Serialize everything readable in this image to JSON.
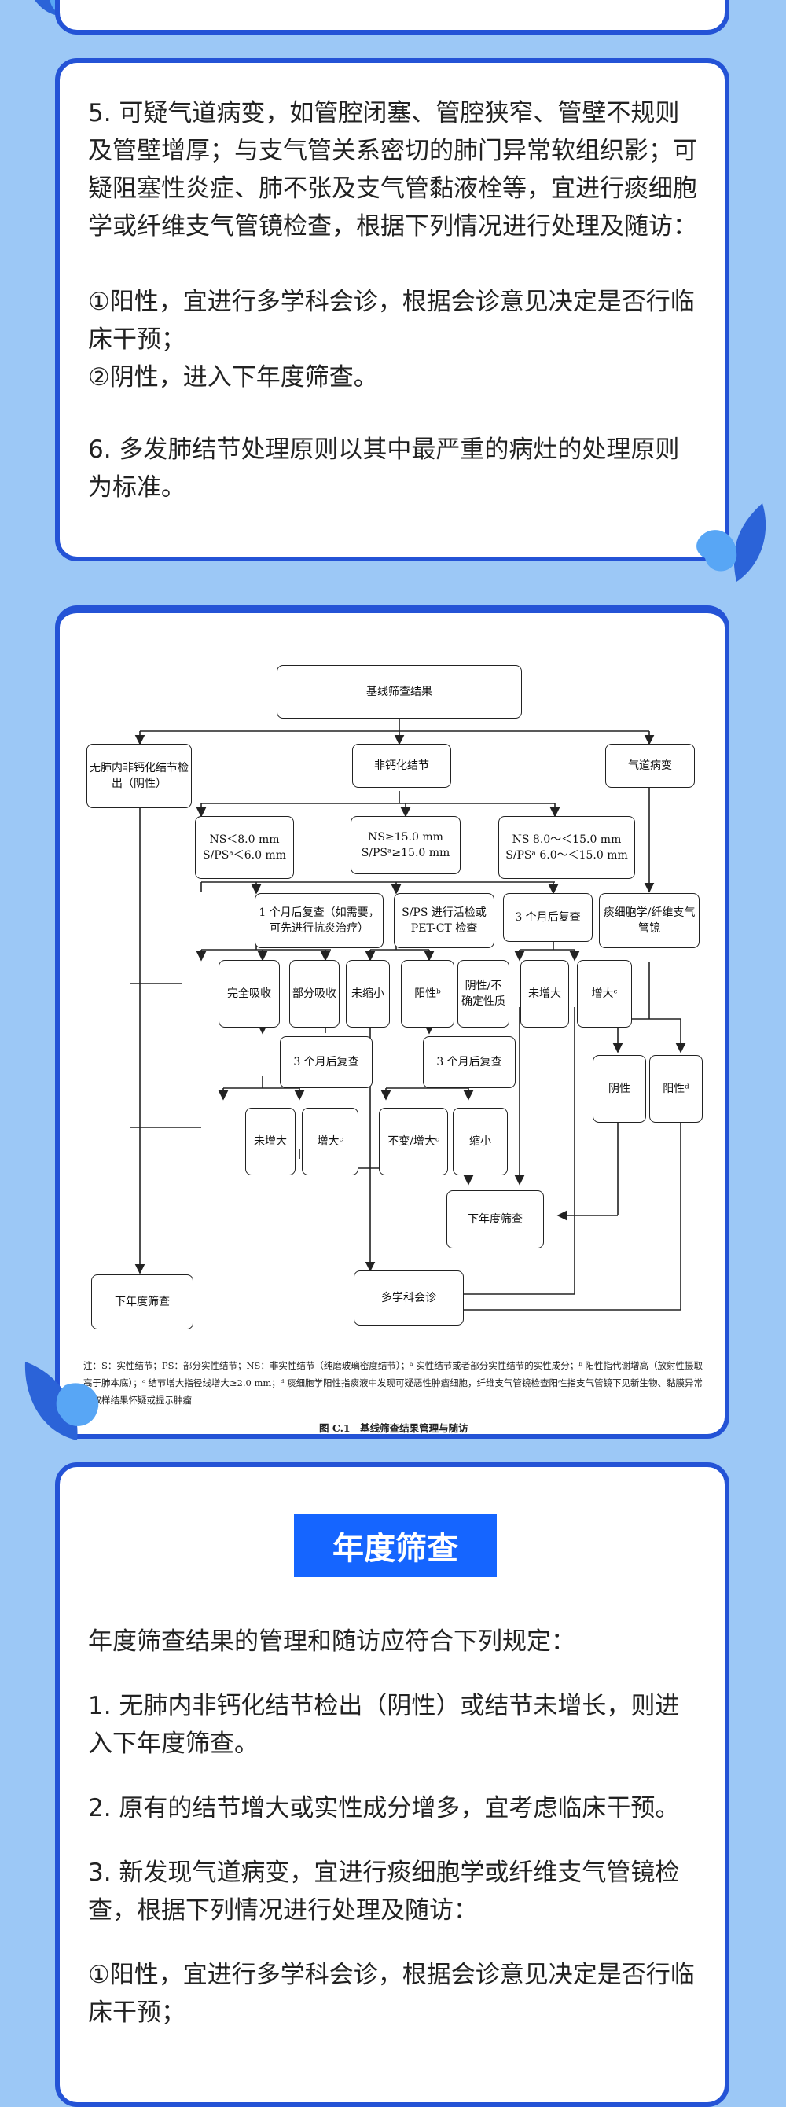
{
  "colors": {
    "background": "#9cc8f6",
    "card_border": "#2453d6",
    "title_fill": "#1565ff",
    "leaf_dark": "#2b63d8",
    "leaf_light": "#58a6f5"
  },
  "card_a": {
    "p5": "5. 可疑气道病变，如管腔闭塞、管腔狭窄、管壁不规则及管壁增厚；与支气管关系密切的肺门异常软组织影；可疑阻塞性炎症、肺不张及支气管黏液栓等，宜进行痰细胞学或纤维支气管镜检查，根据下列情况进行处理及随访：",
    "p5_a": "①阳性，宜进行多学科会诊，根据会诊意见决定是否行临床干预；",
    "p5_b": "②阴性，进入下年度筛查。",
    "p6": "6. 多发肺结节处理原则以其中最严重的病灶的处理原则为标准。"
  },
  "flowchart": {
    "baseline": "基线筛查结果",
    "no_nodule": "无肺内非钙化结节检出（阴性）",
    "noncalc": "非钙化结节",
    "airway": "气道病变",
    "ns8": "NS＜8.0 mm S/PSᵃ＜6.0 mm",
    "ns15": "NS≥15.0 mm S/PSᵃ≥15.0 mm",
    "ns8_15": "NS 8.0～＜15.0 mm S/PSᵃ 6.0～＜15.0 mm",
    "recheck1": "1 个月后复查（如需要，可先进行抗炎治疗）",
    "biopsy": "S/PS 进行活检或 PET-CT 检查",
    "recheck3a": "3 个月后复查",
    "sputum": "痰细胞学/纤维支气管镜",
    "full_abs": "完全吸收",
    "part_abs": "部分吸收",
    "not_shrunk": "未缩小",
    "pos_b": "阳性ᵇ",
    "neg_uncertain": "阴性/不确定性质",
    "not_enlarged": "未增大",
    "enlarged": "增大ᶜ",
    "recheck3b": "3 个月后复查",
    "recheck3c": "3 个月后复查",
    "not_enlarged2": "未增大",
    "enlarged2": "增大ᶜ",
    "unchanged_enlarged": "不变/增大ᶜ",
    "shrunk": "缩小",
    "negative": "阴性",
    "pos_d": "阳性ᵈ",
    "next_year_a": "下年度筛查",
    "next_year_b": "下年度筛查",
    "mdt": "多学科会诊",
    "note": "注：S：实性结节；PS：部分实性结节；NS：非实性结节（纯磨玻璃密度结节）；ᵃ 实性结节或者部分实性结节的实性成分；ᵇ 阳性指代谢增高（放射性摄取高于肺本底）；ᶜ 结节增大指径线增大≥2.0 mm；ᵈ 痰细胞学阳性指痰液中发现可疑恶性肿瘤细胞，纤维支气管镜检查阳性指支气管镜下见新生物、黏膜异常或取样结果怀疑或提示肿瘤",
    "caption": "图 C.1　基线筛查结果管理与随访"
  },
  "card_c": {
    "title": "年度筛查",
    "intro": "年度筛查结果的管理和随访应符合下列规定：",
    "p1": "1. 无肺内非钙化结节检出（阴性）或结节未增长，则进入下年度筛查。",
    "p2": "2. 原有的结节增大或实性成分增多，宜考虑临床干预。",
    "p3": "3. 新发现气道病变，宜进行痰细胞学或纤维支气管镜检查，根据下列情况进行处理及随访：",
    "p3_a": "①阳性，宜进行多学科会诊，根据会诊意见决定是否行临床干预；"
  }
}
